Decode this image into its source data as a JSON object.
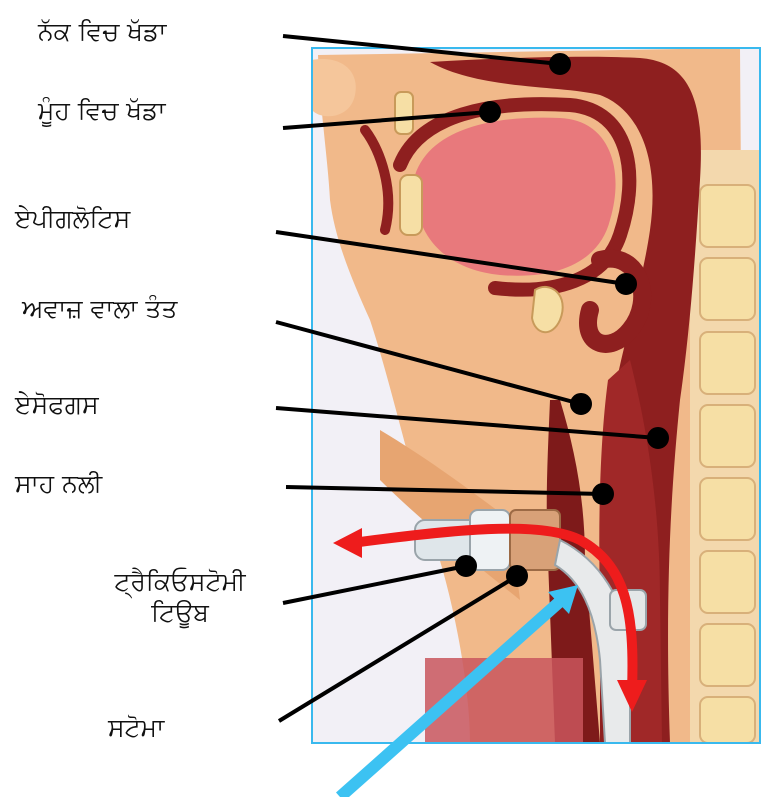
{
  "labels": {
    "nasal_cavity": "ਨੱਕ ਵਿਚ ਖੱਡਾ",
    "oral_cavity": "ਮੂੰਹ ਵਿਚ ਖੱਡਾ",
    "epiglottis": "ਏਪੀਗਲੋਟਿਸ",
    "vocal_cords": "ਅਵਾਜ਼ ਵਾਲਾ ਤੰਤ",
    "esophagus": "ਏਸੋਫਗਸ",
    "trachea": "ਸਾਹ ਨਲੀ",
    "tracheostomy_tube_line1": "ਟ੍ਰੈਕਿਓਸਟੋਮੀ",
    "tracheostomy_tube_line2": "ਟਿਊਬ",
    "stoma": "ਸਟੋਮਾ"
  },
  "colors": {
    "frame_border": "#39b9ee",
    "skin": "#f1b98a",
    "tissue_dark": "#8e1f1f",
    "oral_pink": "#e8797c",
    "bone": "#f6dfa5",
    "red_arrow": "#ee1c1c",
    "blue_arrow": "#3cc2f2",
    "leader_line": "#000000",
    "stamp": "#c9565d"
  }
}
